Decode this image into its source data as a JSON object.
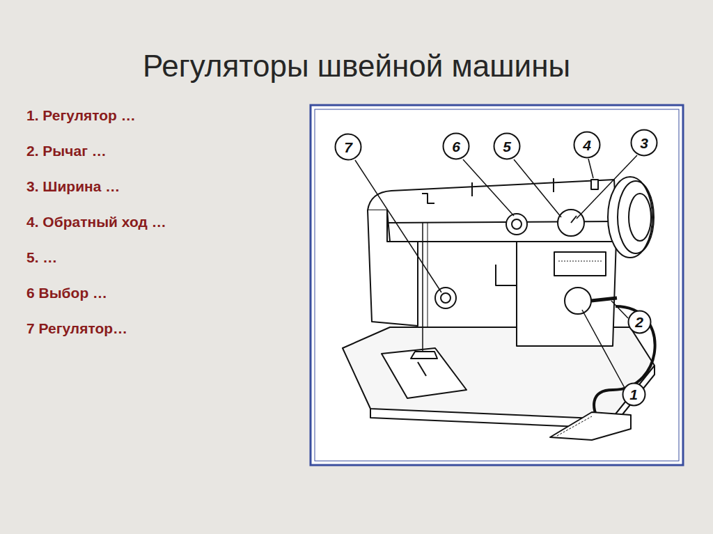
{
  "diagram": {
    "title": "Регуляторы швейной машины",
    "nodes": [
      {
        "text": [
          "7"
        ]
      },
      {
        "text": [
          "6"
        ]
      },
      {
        "text": [
          "5"
        ]
      },
      {
        "text": [
          "4"
        ]
      },
      {
        "text": [
          "3"
        ]
      },
      {
        "text": [
          "2"
        ]
      },
      {
        "text": [
          "1"
        ]
      }
    ],
    "labels": [
      "1. Регулятор …",
      "2. Рычаг …",
      "3. Ширина …",
      "4. Обратный ход …",
      "5. …",
      "6 Выбор …",
      "7 Регулятор…"
    ]
  }
}
